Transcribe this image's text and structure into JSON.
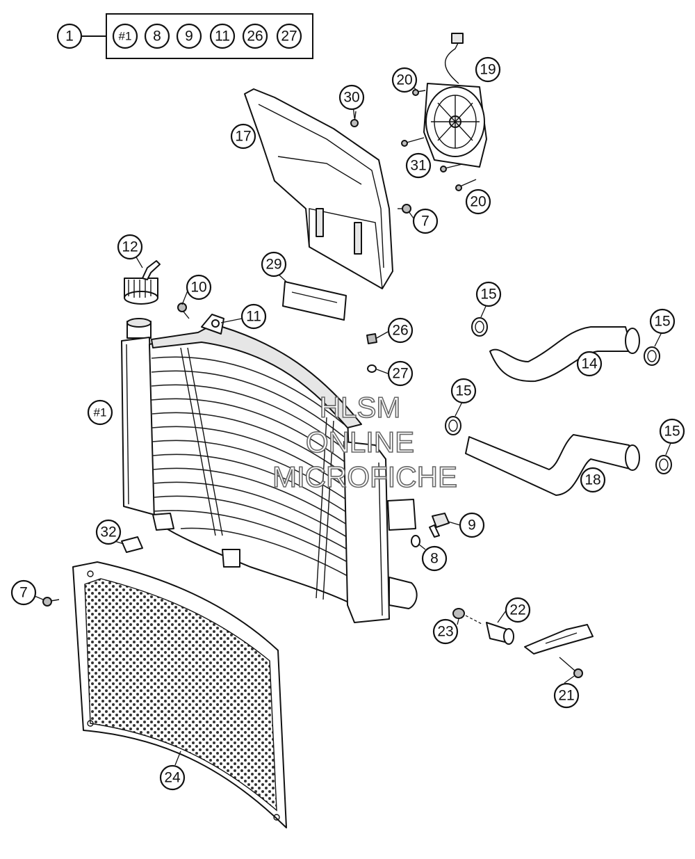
{
  "kit": {
    "main": "1",
    "members": [
      "#1",
      "8",
      "9",
      "11",
      "26",
      "27"
    ]
  },
  "callouts": [
    {
      "id": "c12",
      "label": "12"
    },
    {
      "id": "c10",
      "label": "10"
    },
    {
      "id": "c11",
      "label": "11"
    },
    {
      "id": "c29",
      "label": "29"
    },
    {
      "id": "c17",
      "label": "17"
    },
    {
      "id": "c30",
      "label": "30"
    },
    {
      "id": "c20a",
      "label": "20"
    },
    {
      "id": "c19",
      "label": "19"
    },
    {
      "id": "c31",
      "label": "31"
    },
    {
      "id": "c20b",
      "label": "20"
    },
    {
      "id": "c7a",
      "label": "7"
    },
    {
      "id": "c26",
      "label": "26"
    },
    {
      "id": "c27",
      "label": "27"
    },
    {
      "id": "c15a",
      "label": "15"
    },
    {
      "id": "c15b",
      "label": "15"
    },
    {
      "id": "c14",
      "label": "14"
    },
    {
      "id": "c15c",
      "label": "15"
    },
    {
      "id": "c15d",
      "label": "15"
    },
    {
      "id": "c18",
      "label": "18"
    },
    {
      "id": "c9",
      "label": "9"
    },
    {
      "id": "c8",
      "label": "8"
    },
    {
      "id": "c32",
      "label": "32"
    },
    {
      "id": "c7b",
      "label": "7"
    },
    {
      "id": "c22",
      "label": "22"
    },
    {
      "id": "c23",
      "label": "23"
    },
    {
      "id": "c21",
      "label": "21"
    },
    {
      "id": "c24",
      "label": "24"
    },
    {
      "id": "c1b",
      "label": "#1"
    }
  ],
  "watermark": {
    "line1": "HLSM",
    "line2": "ONLINE",
    "line3": "MICROFICHE"
  }
}
